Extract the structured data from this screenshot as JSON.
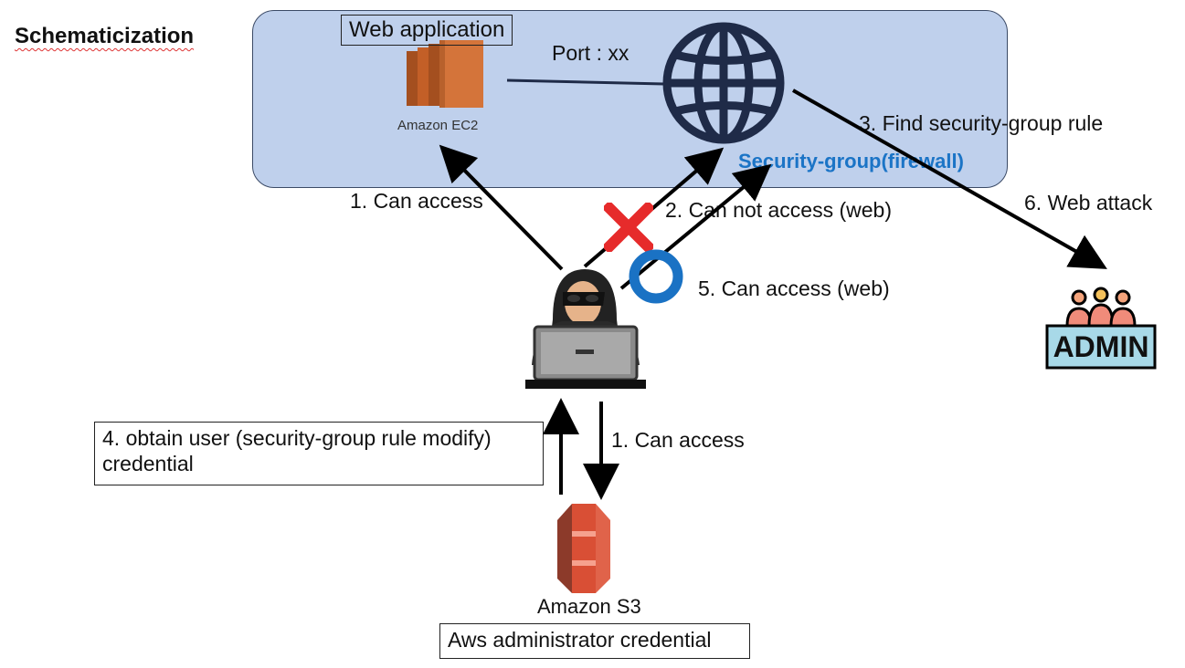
{
  "title": "Schematicization",
  "web_app": {
    "label": "Web application",
    "ec2_label": "Amazon EC2",
    "port_label": "Port : xx",
    "security_group_label": "Security-group(firewall)"
  },
  "steps": {
    "can_access_ec2": "1. Can access",
    "cannot_access_web": "2. Can not access (web)",
    "find_rule": "3. Find security-group rule",
    "obtain_credential": "4. obtain user (security-group rule modify) credential",
    "can_access_web": "5. Can access (web)",
    "web_attack": "6. Web attack",
    "can_access_s3": "1. Can access"
  },
  "s3": {
    "label": "Amazon S3",
    "credential_box": "Aws administrator credential"
  },
  "admin_label": "ADMIN",
  "colors": {
    "panel": "#bfd0ec",
    "ec2": "#d4743a",
    "s3": "#d94f35",
    "globe": "#1f2b48",
    "deny": "#e62b2b",
    "allow": "#1a72c4",
    "security_group_text": "#1b74c6"
  },
  "icons": [
    "ec2-icon",
    "globe-icon",
    "hacker-icon",
    "s3-icon",
    "admin-icon",
    "deny-x-icon",
    "allow-o-icon"
  ]
}
